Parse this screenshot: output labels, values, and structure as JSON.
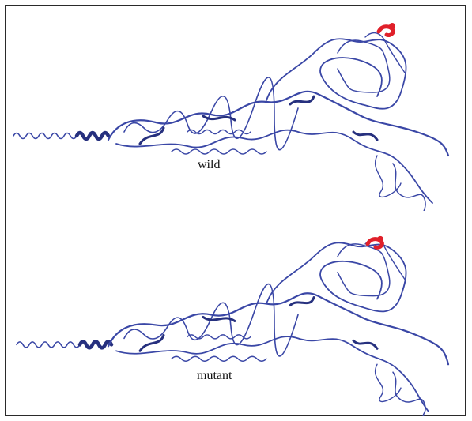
{
  "figure": {
    "panels": [
      {
        "id": "wild",
        "label": "wild"
      },
      {
        "id": "mutant",
        "label": "mutant"
      }
    ],
    "colors": {
      "ribbon": "#3a47a6",
      "ribbon_dark": "#26307e",
      "highlight": "#e0202a",
      "border": "#2a2a2a",
      "background": "#ffffff"
    }
  }
}
